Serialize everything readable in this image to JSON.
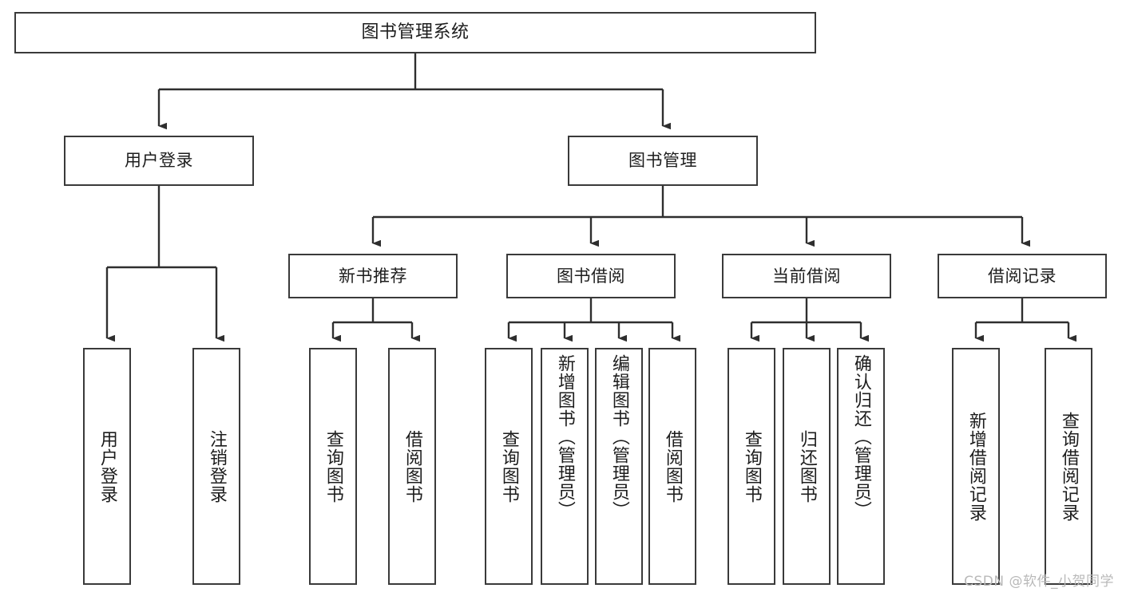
{
  "diagram": {
    "title": "图书管理系统",
    "type": "tree-hierarchy",
    "root": {
      "id": "root",
      "label": "图书管理系统"
    },
    "level2": [
      {
        "id": "user-login",
        "label": "用户登录"
      },
      {
        "id": "book-manage",
        "label": "图书管理"
      }
    ],
    "level3": [
      {
        "id": "new-book-rec",
        "label": "新书推荐"
      },
      {
        "id": "book-borrow",
        "label": "图书借阅"
      },
      {
        "id": "current-borrow",
        "label": "当前借阅"
      },
      {
        "id": "borrow-record",
        "label": "借阅记录"
      }
    ],
    "leaves": {
      "user_login": [
        {
          "id": "leaf-user-login",
          "label": "用户登录"
        },
        {
          "id": "leaf-logout",
          "label": "注销登录"
        }
      ],
      "new_book_rec": [
        {
          "id": "leaf-query-book-1",
          "label": "查询图书"
        },
        {
          "id": "leaf-borrow-book-1",
          "label": "借阅图书"
        }
      ],
      "book_borrow": [
        {
          "id": "leaf-query-book-2",
          "label": "查询图书"
        },
        {
          "id": "leaf-add-book",
          "label": "新增图书（管理员）"
        },
        {
          "id": "leaf-edit-book",
          "label": "编辑图书（管理员）"
        },
        {
          "id": "leaf-borrow-book-2",
          "label": "借阅图书"
        }
      ],
      "current_borrow": [
        {
          "id": "leaf-query-book-3",
          "label": "查询图书"
        },
        {
          "id": "leaf-return-book",
          "label": "归还图书"
        },
        {
          "id": "leaf-confirm-return",
          "label": "确认归还（管理员）"
        }
      ],
      "borrow_record": [
        {
          "id": "leaf-add-record",
          "label": "新增借阅记录"
        },
        {
          "id": "leaf-query-record",
          "label": "查询借阅记录"
        }
      ]
    }
  },
  "watermark": {
    "text": "CSDN @软件_小贺同学"
  },
  "colors": {
    "border": "#3a3a3a",
    "background": "#ffffff",
    "text": "#1d1d1d",
    "watermark": "#b9b9b9"
  }
}
